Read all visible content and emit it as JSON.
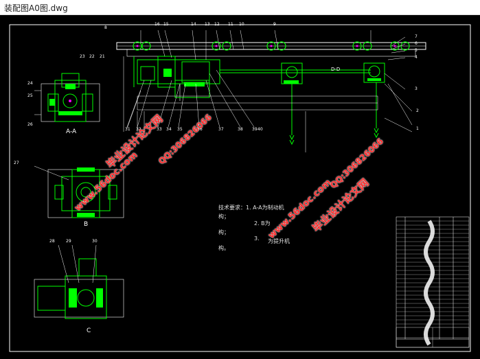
{
  "window": {
    "title": "装配图A0图.dwg"
  },
  "drawing": {
    "section_labels": {
      "aa": "A-A",
      "b": "B",
      "c": "C",
      "dd": "D-D"
    },
    "tech_requirements": {
      "line1": "技术要求：1. A-A为制动机",
      "line1b": "构；",
      "line2": "2. B为",
      "line2b": "构；",
      "line3": "3.",
      "line3b": "为提升机",
      "line3c": "构。"
    },
    "watermarks": {
      "site1": "www.56doc.com",
      "qq1": "QQ:306826066",
      "brand1": "毕业设计论文网",
      "site2": "www.56doc.com",
      "qq2": "QQ:306826066",
      "brand2": "毕业设计论文网"
    },
    "part_numbers_top": [
      "8",
      "16",
      "15",
      "14",
      "13",
      "12",
      "11",
      "10",
      "9"
    ],
    "part_numbers_right": [
      "7",
      "6",
      "5",
      "4",
      "3",
      "2",
      "1"
    ],
    "part_numbers_bottom": [
      "31",
      "32",
      "33",
      "34",
      "35",
      "36",
      "37",
      "38",
      "39",
      "40"
    ],
    "part_numbers_aa": [
      "23",
      "22",
      "21",
      "24",
      "25",
      "26"
    ],
    "part_numbers_b": [
      "27"
    ],
    "part_numbers_c": [
      "28",
      "29",
      "30"
    ],
    "colors": {
      "background": "#000000",
      "frame": "#ffffff",
      "parts": "#00ff00",
      "accent": "#ff00ff",
      "watermark": "#ff3030"
    }
  }
}
